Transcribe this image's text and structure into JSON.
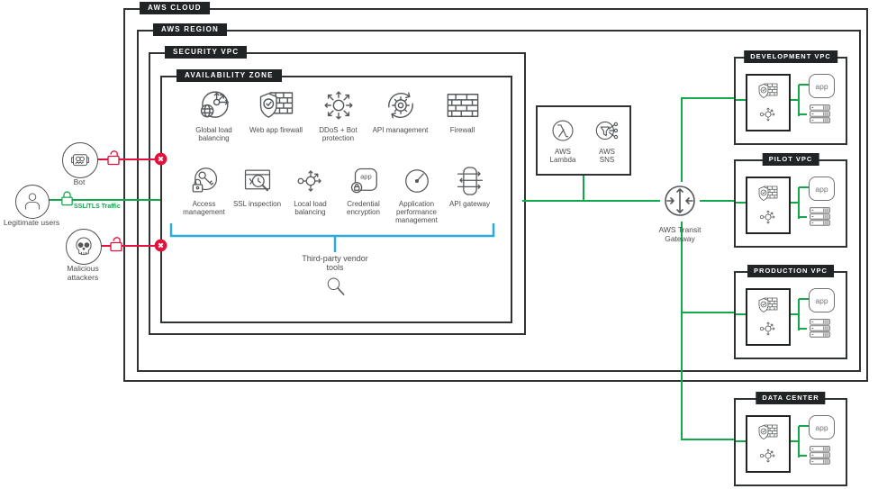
{
  "cloud": {
    "label": "AWS CLOUD"
  },
  "region": {
    "label": "AWS REGION"
  },
  "security_vpc": {
    "label": "SECURITY VPC"
  },
  "availability_zone": {
    "label": "AVAILABILITY ZONE"
  },
  "tools_row1": [
    {
      "label": "Global load balancing",
      "icon": "global-load-balancing-icon"
    },
    {
      "label": "Web app firewall",
      "icon": "web-app-firewall-icon"
    },
    {
      "label": "DDoS + Bot protection",
      "icon": "ddos-bot-protection-icon"
    },
    {
      "label": "API management",
      "icon": "api-management-icon"
    },
    {
      "label": "Firewall",
      "icon": "firewall-icon"
    }
  ],
  "tools_row2": [
    {
      "label": "Access management",
      "icon": "access-management-icon"
    },
    {
      "label": "SSL inspection",
      "icon": "ssl-inspection-icon"
    },
    {
      "label": "Local load balancing",
      "icon": "local-load-balancing-icon"
    },
    {
      "label": "Credential encryption",
      "icon": "credential-encryption-icon"
    },
    {
      "label": "Application performance management",
      "icon": "apm-icon"
    },
    {
      "label": "API gateway",
      "icon": "api-gateway-icon"
    }
  ],
  "third_party": {
    "label": "Third-party vendor tools",
    "icon": "magnifier-icon"
  },
  "services": {
    "lambda_label": "AWS Lambda",
    "sns_label": "AWS SNS"
  },
  "transit_gateway": {
    "label": "AWS Transit Gateway"
  },
  "vpcs": [
    {
      "label": "DEVELOPMENT VPC"
    },
    {
      "label": "PILOT VPC"
    },
    {
      "label": "PRODUCTION VPC"
    },
    {
      "label": "DATA CENTER"
    }
  ],
  "workload": {
    "app_label": "app"
  },
  "actors": {
    "bot": {
      "label": "Bot"
    },
    "legitimate": {
      "label": "Legitimate users"
    },
    "malicious": {
      "label": "Malicious attackers"
    }
  },
  "traffic": {
    "ssl_label": "SSL/TLS Traffic"
  },
  "colors": {
    "allowed_green": "#12a94b",
    "blocked_red": "#e4123b",
    "bracket_blue": "#29abe2",
    "badge_dark": "#212425"
  }
}
